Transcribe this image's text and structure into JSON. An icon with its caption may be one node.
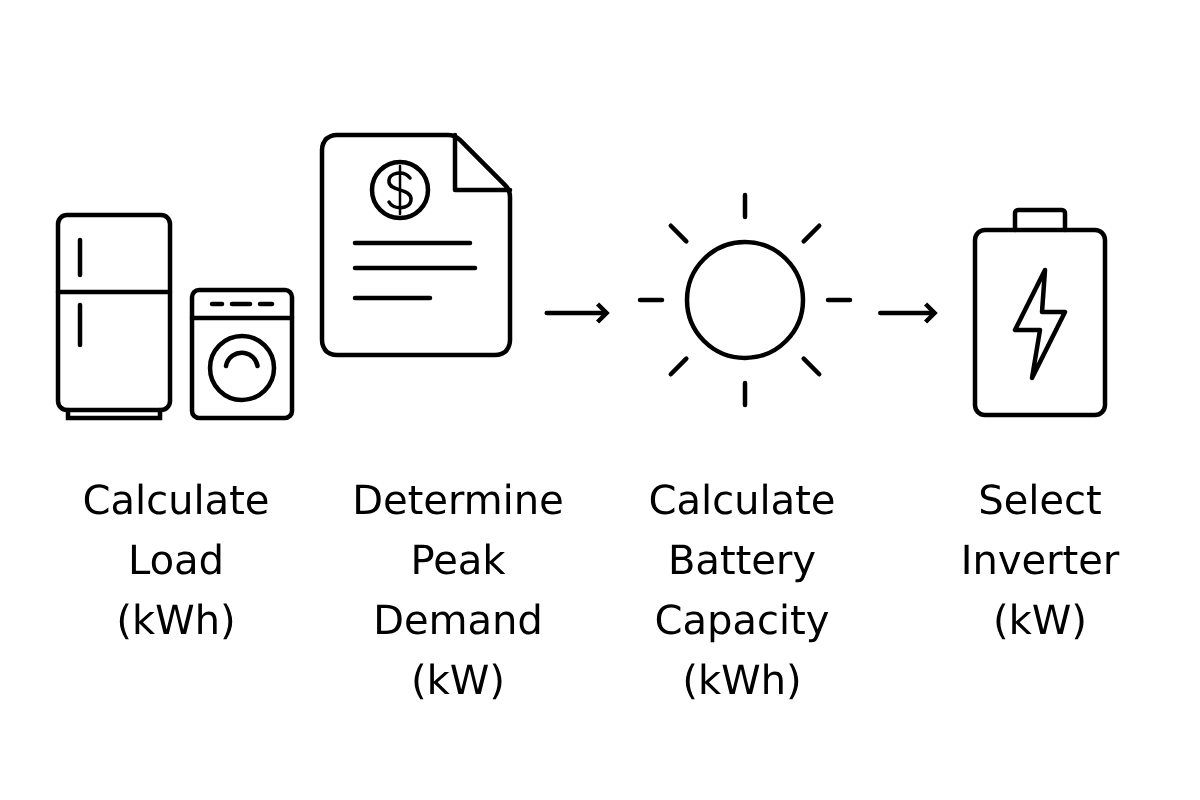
{
  "diagram": {
    "nodes": [
      {
        "text": [],
        "shape": "picture",
        "beside": [
          "Calculate Load (kWh)"
        ]
      },
      {
        "text": [],
        "shape": "picture",
        "beside": [
          "Determine Peak Demand (kW)"
        ]
      },
      {
        "text": [],
        "shape": "picture",
        "beside": [
          "Calculate Battery Capacity (kWh)"
        ]
      },
      {
        "text": [],
        "shape": "picture",
        "beside": [
          "Select Inverter (kW)"
        ]
      }
    ],
    "edges": [
      {
        "from": 1,
        "to": 2,
        "arrow": "to"
      },
      {
        "from": 2,
        "to": 3,
        "arrow": "to"
      }
    ]
  }
}
